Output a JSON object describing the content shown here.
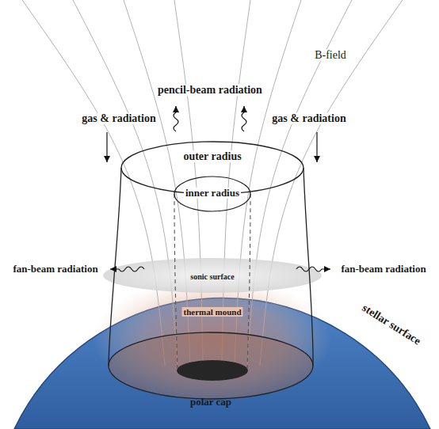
{
  "diagram": {
    "labels": [
      "B-field",
      "pencil-beam radiation",
      "gas & radiation",
      "gas & radiation",
      "outer radius",
      "inner radius",
      "fan-beam radiation",
      "fan-beam radiation",
      "sonic surface",
      "thermal mound",
      "stellar surface",
      "polar cap"
    ]
  }
}
